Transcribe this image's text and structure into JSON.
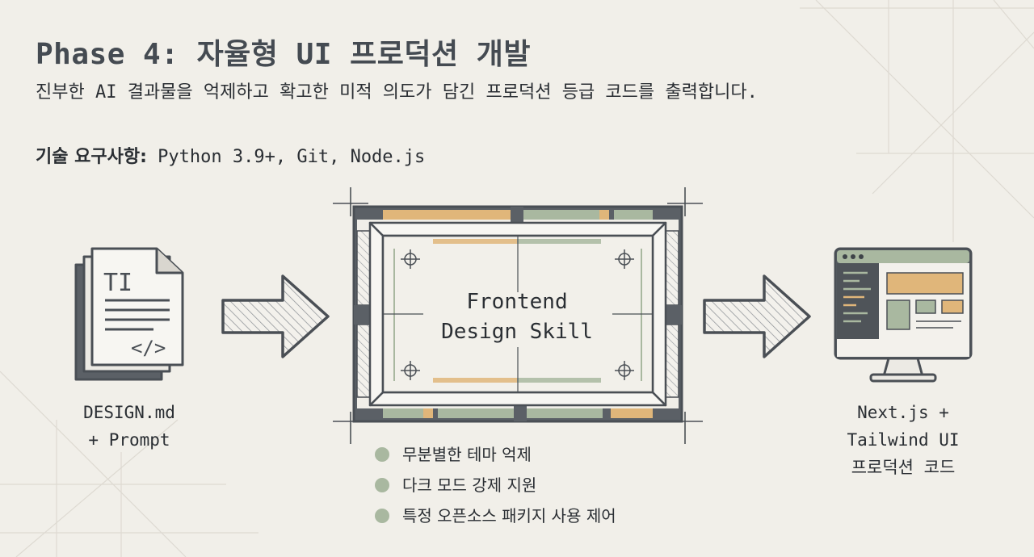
{
  "header": {
    "title": "Phase 4: 자율형 UI 프로덕션 개발",
    "subtitle": "진부한 AI 결과물을 억제하고 확고한 미적 의도가 담긴 프로덕션 등급 코드를 출력합니다."
  },
  "requirements": {
    "label": "기술 요구사항:",
    "value": "Python 3.9+, Git, Node.js"
  },
  "input": {
    "doc_icon_text": "TI",
    "code_glyph": "</>",
    "caption_line1": "DESIGN.md",
    "caption_line2": "+ Prompt"
  },
  "process": {
    "line1": "Frontend",
    "line2": "Design Skill"
  },
  "features": [
    "무분별한 테마 억제",
    "다크 모드 강제 지원",
    "특정 오픈소스 패키지 사용 제어"
  ],
  "output": {
    "caption_line1": "Next.js +",
    "caption_line2": "Tailwind UI",
    "caption_line3": "프로덕션 코드"
  },
  "colors": {
    "background": "#f1efe9",
    "ink": "#4a4f55",
    "sage": "#a9b8a0",
    "amber": "#e0b67a"
  }
}
